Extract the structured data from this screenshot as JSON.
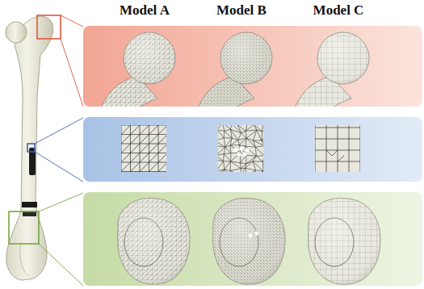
{
  "diagram": {
    "labels": [
      "Model A",
      "Model B",
      "Model C"
    ]
  }
}
